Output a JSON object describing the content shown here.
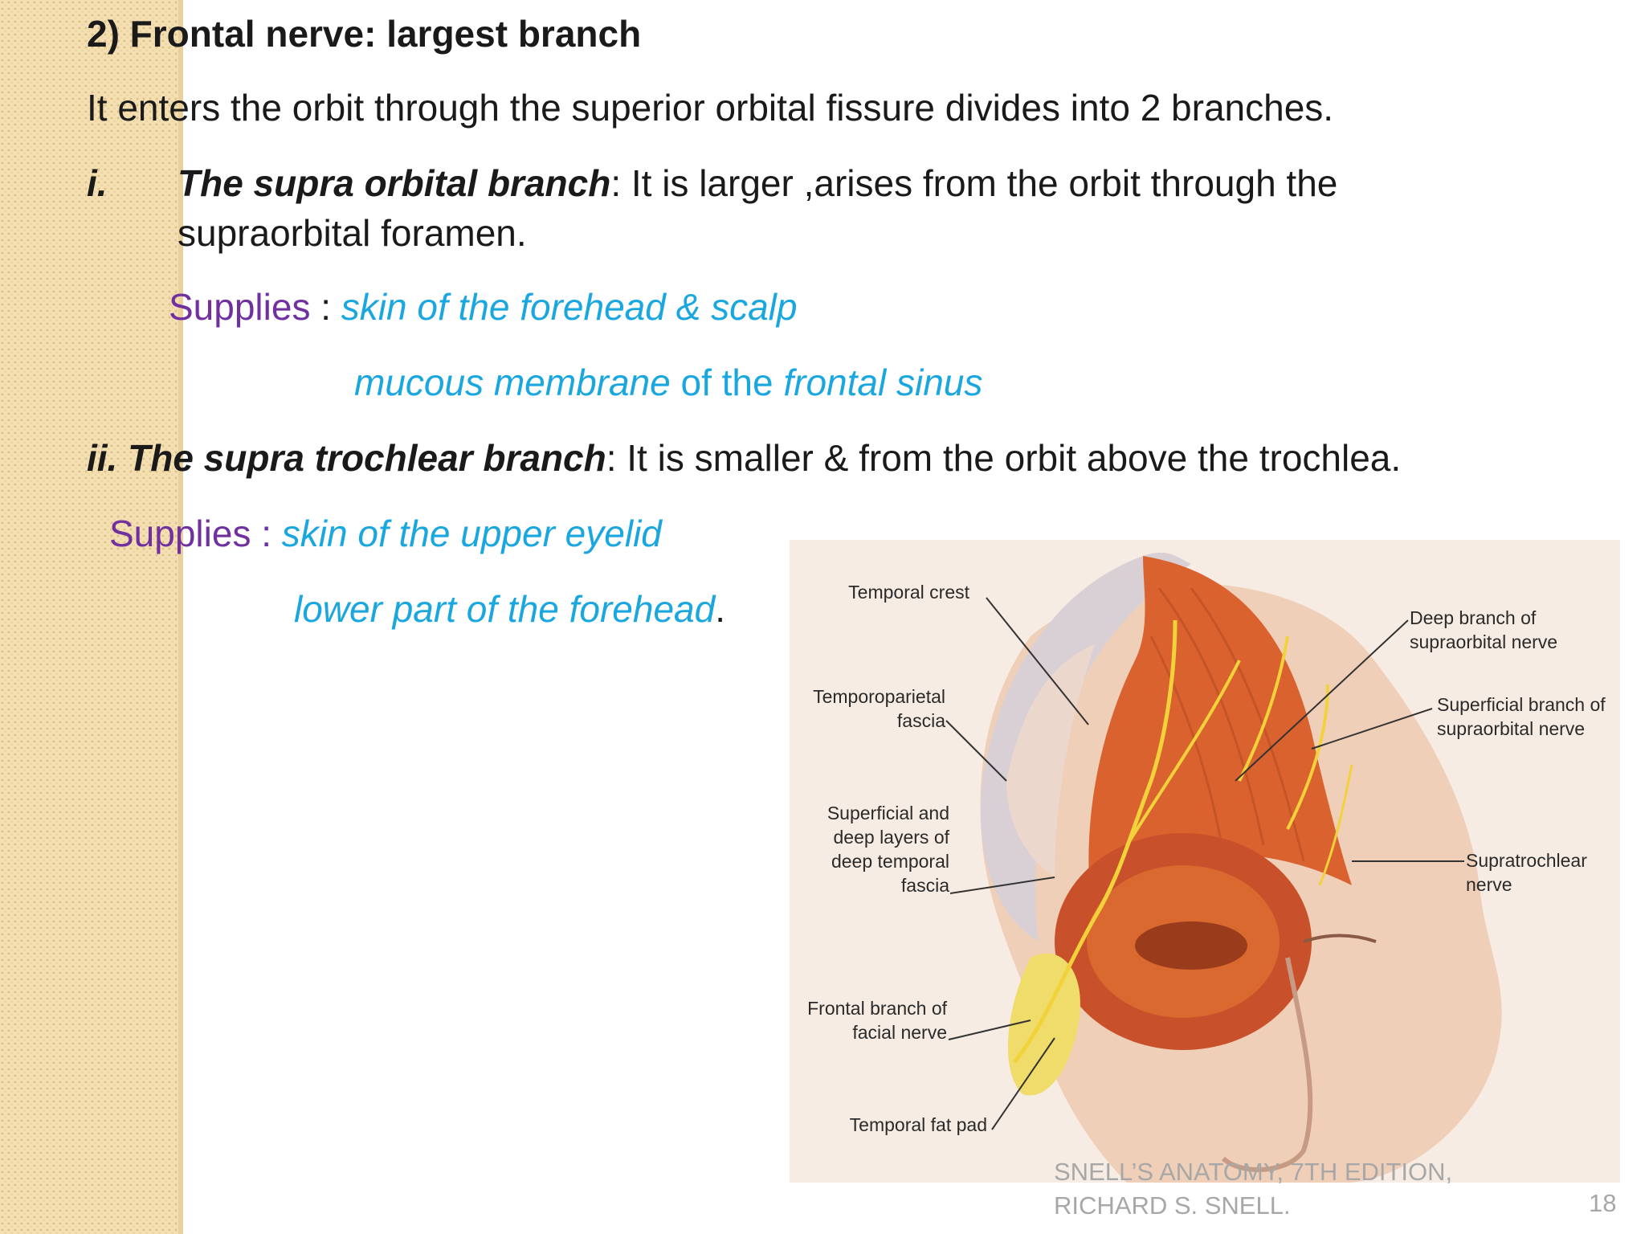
{
  "heading": "2) Frontal nerve:  largest branch",
  "intro": "It enters the orbit through the superior orbital fissure divides into 2 branches.",
  "branch1": {
    "marker": "i.",
    "name": "The supra orbital branch",
    "desc_line1": ": It is larger ,arises from the orbit through the",
    "desc_line2": "supraorbital foramen.",
    "supplies_label": "Supplies",
    "colon": " : ",
    "supply1": "skin of the forehead & scalp",
    "supply2_a": "mucous membrane",
    "supply2_b": " of the ",
    "supply2_c": "frontal sinus"
  },
  "branch2": {
    "name": "ii. The supra trochlear branch",
    "desc": ": It is smaller & from the orbit above the trochlea.",
    "supplies_label": "Supplies : ",
    "supply1": "skin of the upper eyelid",
    "supply2": "lower part of the forehead",
    "period": "."
  },
  "figure_labels": {
    "temporal_crest": "Temporal crest",
    "temporoparietal_1": "Temporoparietal",
    "temporoparietal_2": "fascia",
    "superficial_1": "Superficial and",
    "superficial_2": "deep layers of",
    "superficial_3": "deep temporal",
    "superficial_4": "fascia",
    "frontal_branch_1": "Frontal branch of",
    "frontal_branch_2": "facial nerve",
    "temporal_fat": "Temporal fat pad",
    "deep_branch_1": "Deep branch of",
    "deep_branch_2": "supraorbital nerve",
    "superficial_branch_1": "Superficial branch of",
    "superficial_branch_2": "supraorbital nerve",
    "supratrochlear_1": "Supratrochlear",
    "supratrochlear_2": "nerve"
  },
  "citation_line1": "SNELL’S ANATOMY, 7TH EDITION,",
  "citation_line2": "RICHARD S. SNELL.",
  "page_number": "18",
  "colors": {
    "purple": "#7030a0",
    "cyan": "#1aa7e0",
    "strip": "#f3dfb2",
    "muscle": "#d9622f",
    "nerve": "#f2d23a"
  }
}
